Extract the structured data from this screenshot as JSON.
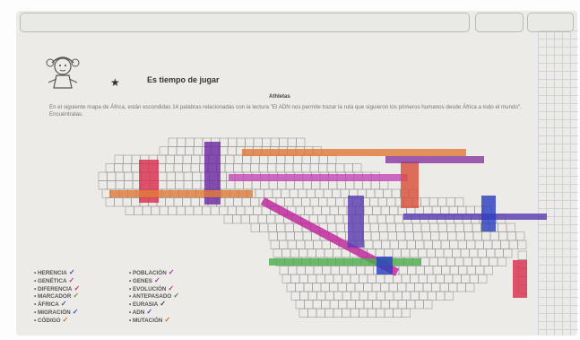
{
  "activity": {
    "title": "Es tiempo de jugar",
    "subtitle": "Athletas",
    "instructions": "En el siguiente mapa de África, están escondidas 14 palabras relacionadas con la lectura \"El ADN nos permite trazar la ruta que siguieron los primeros humanos desde África a todo el mundo\". Encuéntralas.",
    "star_icon": "star-icon",
    "mascot_icon": "girl-cartoon-icon"
  },
  "word_list": [
    {
      "label": "HERENCIA",
      "check_color": "#4d3fa6"
    },
    {
      "label": "POBLACIÓN",
      "check_color": "#9a3aa5"
    },
    {
      "label": "GENÉTICA",
      "check_color": "#b03aa0"
    },
    {
      "label": "GENES",
      "check_color": "#9a3aa5"
    },
    {
      "label": "DIFERENCIA",
      "check_color": "#c0396a"
    },
    {
      "label": "EVOLUCIÓN",
      "check_color": "#c0396a"
    },
    {
      "label": "MARCADOR",
      "check_color": "#8a8a2a"
    },
    {
      "label": "ANTEPASADO",
      "check_color": "#3e8a3c"
    },
    {
      "label": "ÁFRICA",
      "check_color": "#3e55b0"
    },
    {
      "label": "EURASIA",
      "check_color": "#444"
    },
    {
      "label": "MIGRACIÓN",
      "check_color": "#3e55b0"
    },
    {
      "label": "ADN",
      "check_color": "#3e55b0"
    },
    {
      "label": "CÓDIGO",
      "check_color": "#cf6b2a"
    },
    {
      "label": "MUTACIÓN",
      "check_color": "#cf6b2a"
    }
  ],
  "highlights": [
    {
      "name": "highlight-orange-top",
      "color": "#e07a3a"
    },
    {
      "name": "highlight-red-left",
      "color": "#d8304e"
    },
    {
      "name": "highlight-purple-vertical",
      "color": "#6b2aa0"
    },
    {
      "name": "highlight-magenta-row",
      "color": "#c44ab8"
    },
    {
      "name": "highlight-orange-left-row",
      "color": "#e07a3a"
    },
    {
      "name": "highlight-magenta-diagonal",
      "color": "#c0239c"
    },
    {
      "name": "highlight-purple-center",
      "color": "#5b3cb0"
    },
    {
      "name": "highlight-orange-vertical",
      "color": "#d8503a"
    },
    {
      "name": "highlight-purple-right",
      "color": "#5b3cb0"
    },
    {
      "name": "highlight-blue-right",
      "color": "#2c3fbf"
    },
    {
      "name": "highlight-green-row",
      "color": "#4caf4c"
    },
    {
      "name": "highlight-blue-small",
      "color": "#2c3fbf"
    },
    {
      "name": "highlight-red-madagascar",
      "color": "#d8304e"
    },
    {
      "name": "highlight-purple-top-right",
      "color": "#8a3aa0"
    }
  ]
}
